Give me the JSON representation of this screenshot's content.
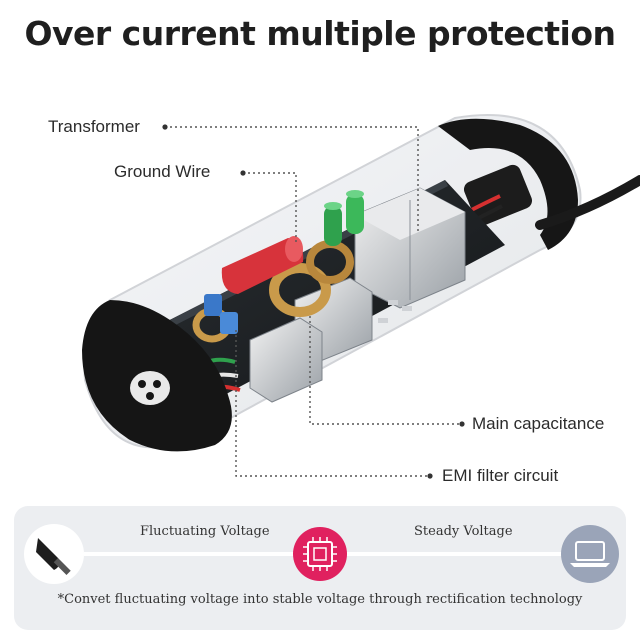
{
  "headline": "Over current multiple protection",
  "callouts": {
    "transformer": "Transformer",
    "ground_wire": "Ground Wire",
    "main_capacitance": "Main capacitance",
    "emi_filter": "EMI filter circuit"
  },
  "flow": {
    "left_label": "Fluctuating Voltage",
    "right_label": "Steady Voltage",
    "note": "*Convet fluctuating voltage into stable voltage through rectification technology"
  },
  "colors": {
    "accent": "#e0215f",
    "laptop_circle": "#9aa4b8",
    "capacitor_red": "#d7333b",
    "capacitor_green": "#2fa14d",
    "capacitor_blue": "#3a78c9"
  },
  "icons": [
    "dc-plug-icon",
    "chip-icon",
    "laptop-icon"
  ]
}
